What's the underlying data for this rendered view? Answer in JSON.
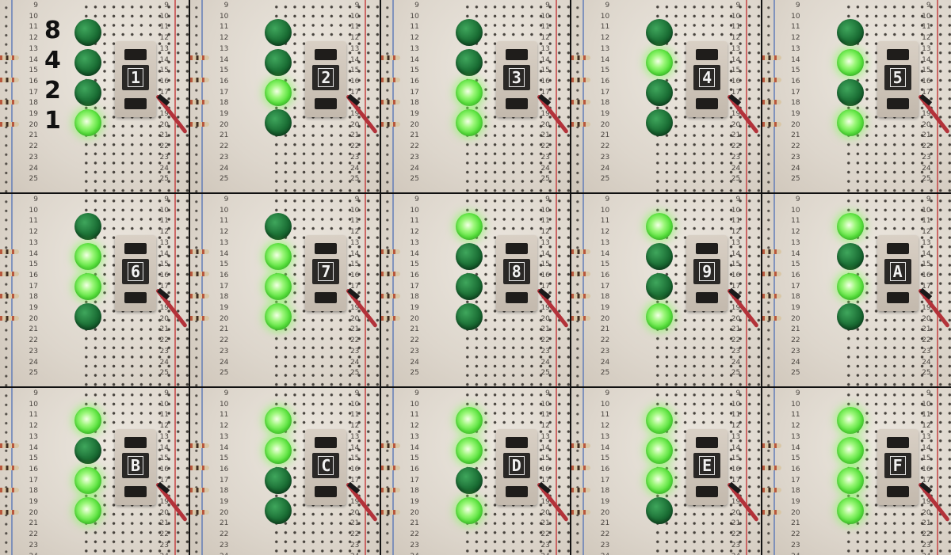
{
  "weights": [
    "8",
    "4",
    "2",
    "1"
  ],
  "row_numbers": [
    "9",
    "10",
    "11",
    "12",
    "13",
    "14",
    "15",
    "16",
    "17",
    "18",
    "19",
    "20",
    "21",
    "22",
    "23",
    "24",
    "25"
  ],
  "panels": [
    {
      "digit": "1",
      "leds": [
        false,
        false,
        false,
        true
      ]
    },
    {
      "digit": "2",
      "leds": [
        false,
        false,
        true,
        false
      ]
    },
    {
      "digit": "3",
      "leds": [
        false,
        false,
        true,
        true
      ]
    },
    {
      "digit": "4",
      "leds": [
        false,
        true,
        false,
        false
      ]
    },
    {
      "digit": "5",
      "leds": [
        false,
        true,
        false,
        true
      ]
    },
    {
      "digit": "6",
      "leds": [
        false,
        true,
        true,
        false
      ]
    },
    {
      "digit": "7",
      "leds": [
        false,
        true,
        true,
        true
      ]
    },
    {
      "digit": "8",
      "leds": [
        true,
        false,
        false,
        false
      ]
    },
    {
      "digit": "9",
      "leds": [
        true,
        false,
        false,
        true
      ]
    },
    {
      "digit": "A",
      "leds": [
        true,
        false,
        true,
        false
      ]
    },
    {
      "digit": "B",
      "leds": [
        true,
        false,
        true,
        true
      ]
    },
    {
      "digit": "C",
      "leds": [
        true,
        true,
        false,
        false
      ]
    },
    {
      "digit": "D",
      "leds": [
        true,
        true,
        false,
        true
      ]
    },
    {
      "digit": "E",
      "leds": [
        true,
        true,
        true,
        false
      ]
    },
    {
      "digit": "F",
      "leds": [
        true,
        true,
        true,
        true
      ]
    }
  ],
  "colors": {
    "led_on": "#55e03a",
    "led_off": "#1a6d34",
    "breadboard": "#e4ddd3",
    "rail_red": "#c64a4a",
    "rail_blue": "#5a78b8"
  }
}
